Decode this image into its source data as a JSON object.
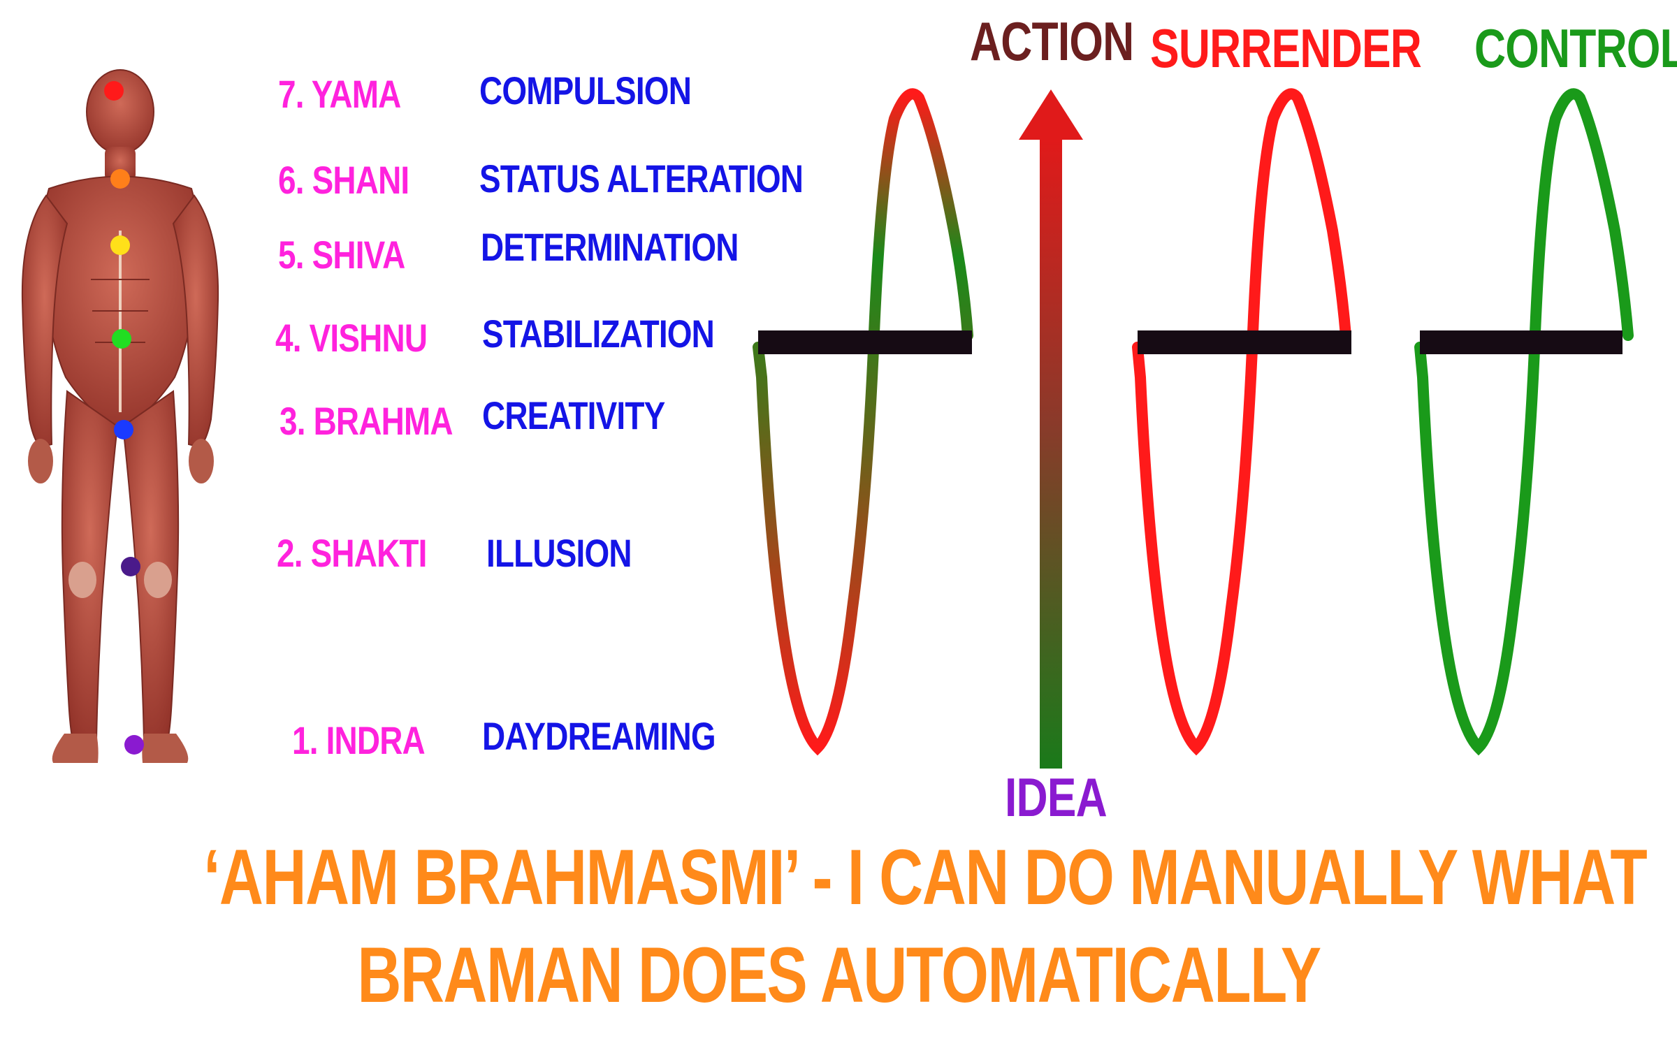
{
  "chakras": [
    {
      "name": "7. YAMA",
      "meaning": "COMPULSION",
      "dot_color": "#ff1a1a"
    },
    {
      "name": "6. SHANI",
      "meaning": "STATUS ALTERATION",
      "dot_color": "#ff7f1a"
    },
    {
      "name": "5. SHIVA",
      "meaning": "DETERMINATION",
      "dot_color": "#ffe01a"
    },
    {
      "name": "4. VISHNU",
      "meaning": "STABILIZATION",
      "dot_color": "#22dd22"
    },
    {
      "name": "3. BRAHMA",
      "meaning": "CREATIVITY",
      "dot_color": "#1a3aff"
    },
    {
      "name": "2. SHAKTI",
      "meaning": "ILLUSION",
      "dot_color": "#4a1a8a"
    },
    {
      "name": "1. INDRA",
      "meaning": "DAYDREAMING",
      "dot_color": "#8a1ad0"
    }
  ],
  "axis": {
    "top_label": "ACTION",
    "bottom_label": "IDEA"
  },
  "waves": {
    "surrender_label": "SURRENDER",
    "control_label": "CONTROL"
  },
  "footer": {
    "line1": "‘AHAM BRAHMASMI’ - I CAN DO MANUALLY WHAT",
    "line2": "BRAMAN DOES AUTOMATICALLY"
  },
  "colors": {
    "chakra_name": "#ff22dd",
    "chakra_meaning": "#1414e6",
    "action": "#6b1f1f",
    "idea": "#8a1ad0",
    "surrender": "#ff1a1a",
    "control": "#1a9a1a",
    "footer": "#ff8a1a",
    "muscle": "#b34a3c"
  }
}
